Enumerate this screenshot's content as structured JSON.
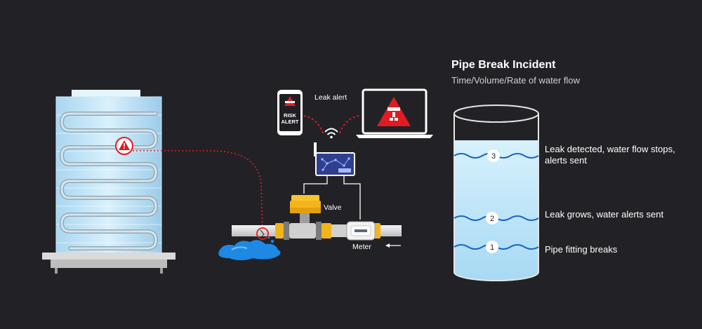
{
  "panel": {
    "title": "Pipe Break Incident",
    "subtitle": "Time/Volume/Rate of water flow"
  },
  "steps": [
    {
      "number": "3",
      "text": "Leak detected, water flow stops, alerts sent"
    },
    {
      "number": "2",
      "text": "Leak grows, water alerts sent"
    },
    {
      "number": "1",
      "text": "Pipe fitting breaks"
    }
  ],
  "labels": {
    "leak_alert": "Leak alert",
    "valve": "Valve",
    "meter": "Meter",
    "phone_alert_line1": "RISK",
    "phone_alert_line2": "ALERT"
  },
  "icons": {
    "building_alert": "warning-triangle-icon",
    "phone": "phone-icon",
    "laptop": "laptop-icon",
    "gateway": "wifi-gateway-icon",
    "flow_direction": "arrow-left-icon"
  },
  "colors": {
    "background": "#222226",
    "alert_red": "#e01b24",
    "water": "#bfe6fb",
    "wave": "#1565c0",
    "valve_yellow": "#f3b41b"
  }
}
